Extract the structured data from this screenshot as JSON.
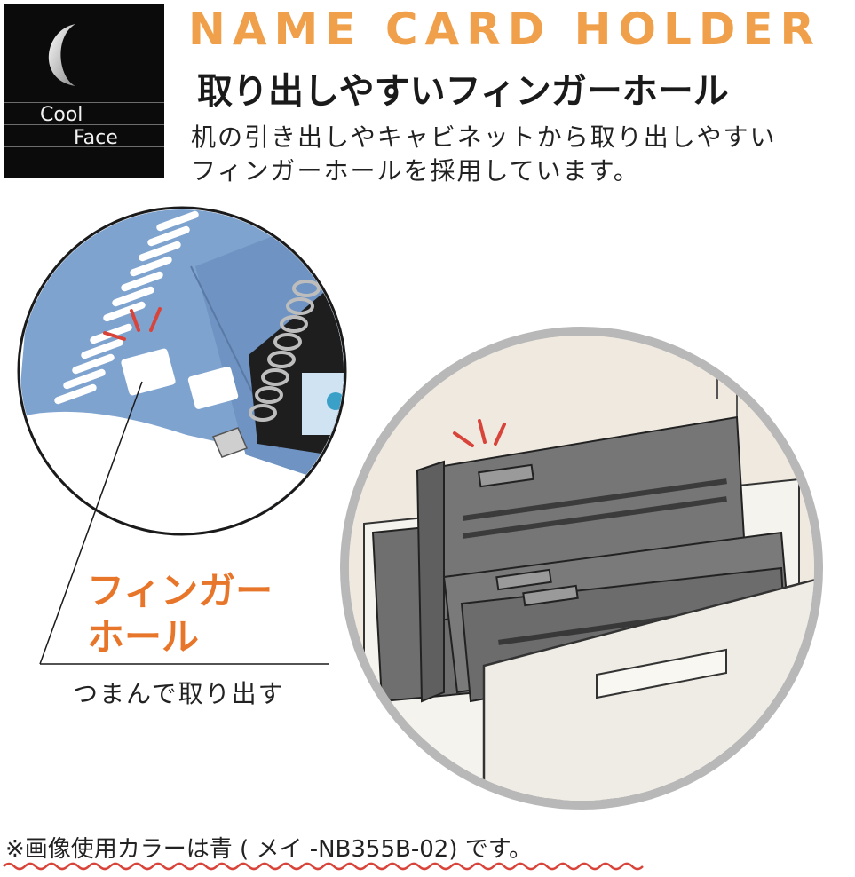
{
  "logo": {
    "word1": "Cool",
    "word2": "Face"
  },
  "header": {
    "title_en": "NAME CARD HOLDER",
    "title_jp": "取り出しやすいフィンガーホール"
  },
  "description": {
    "line1": "机の引き出しやキャビネットから取り出しやすい",
    "line2": "フィンガーホールを採用しています。"
  },
  "callout": {
    "label_line1": "フィンガー",
    "label_line2": "ホール",
    "sub": "つまんで取り出す"
  },
  "footnote": "※画像使用カラーは青 ( メイ -NB355B-02) です。",
  "colors": {
    "title_orange": "#f0a04a",
    "callout_orange": "#e8762a",
    "binder_blue": "#7fa3cf",
    "wave_red": "#d9443a",
    "folder_gray": "#6f6f6f",
    "drawer_cream": "#eeece4"
  }
}
